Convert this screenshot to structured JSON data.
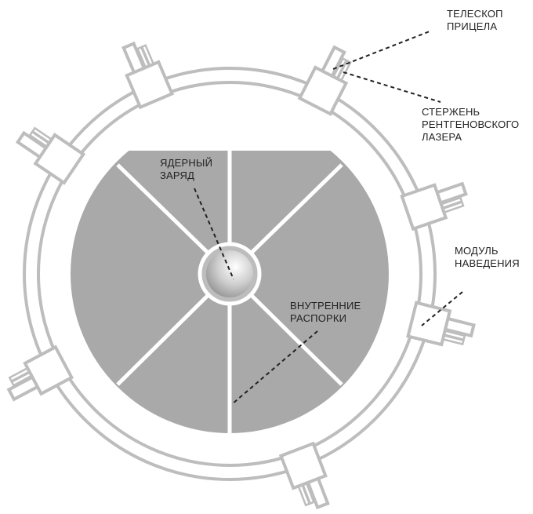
{
  "labels": {
    "telescope": [
      "ТЕЛЕСКОП",
      "ПРИЦЕЛА"
    ],
    "rod": [
      "СТЕРЖЕНЬ",
      "РЕНТГЕНОВСКОГО",
      "ЛАЗЕРА"
    ],
    "charge": [
      "ЯДЕРНЫЙ",
      "ЗАРЯД"
    ],
    "guidance": [
      "МОДУЛЬ",
      "НАВЕДЕНИЯ"
    ],
    "struts": [
      "ВНУТРЕННИЕ",
      "РАСПОРКИ"
    ]
  },
  "colors": {
    "ring": "#bdbdbd",
    "core": "#a9a9a9",
    "line": "#222222"
  },
  "modules": [
    -23,
    -56,
    27,
    71,
    104,
    -118,
    159
  ]
}
